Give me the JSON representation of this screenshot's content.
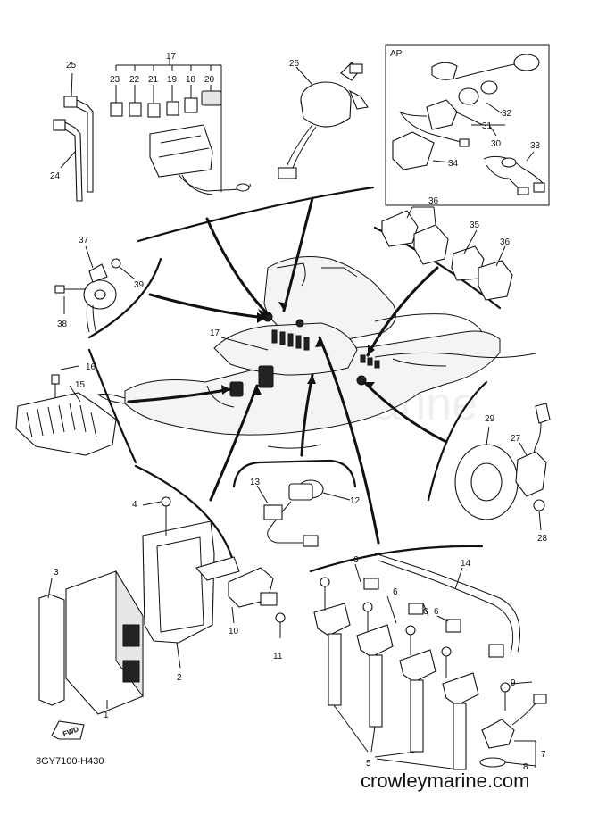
{
  "diagram": {
    "drawing_code": "8GY7100-H430",
    "site_label": "crowleymarine.com",
    "watermark": "©CrowleyMarine",
    "fwd_label": "FWD",
    "ap_box_label": "AP",
    "callouts": {
      "c1": "1",
      "c2": "2",
      "c3": "3",
      "c4": "4",
      "c5": "5",
      "c6a": "6",
      "c6b": "6",
      "c6c": "6",
      "c6d": "6",
      "c7": "7",
      "c8": "8",
      "c9": "9",
      "c10": "10",
      "c11": "11",
      "c12": "12",
      "c13": "13",
      "c14": "14",
      "c15": "15",
      "c16": "16",
      "c17a": "17",
      "c17b": "17",
      "c18": "18",
      "c19": "19",
      "c20": "20",
      "c21": "21",
      "c22": "22",
      "c23": "23",
      "c24": "24",
      "c25": "25",
      "c26": "26",
      "c27": "27",
      "c28": "28",
      "c29": "29",
      "c30": "30",
      "c31": "31",
      "c32": "32",
      "c33": "33",
      "c34": "34",
      "c35": "35",
      "c36a": "36",
      "c36b": "36",
      "c37": "37",
      "c38": "38",
      "c39": "39"
    }
  }
}
